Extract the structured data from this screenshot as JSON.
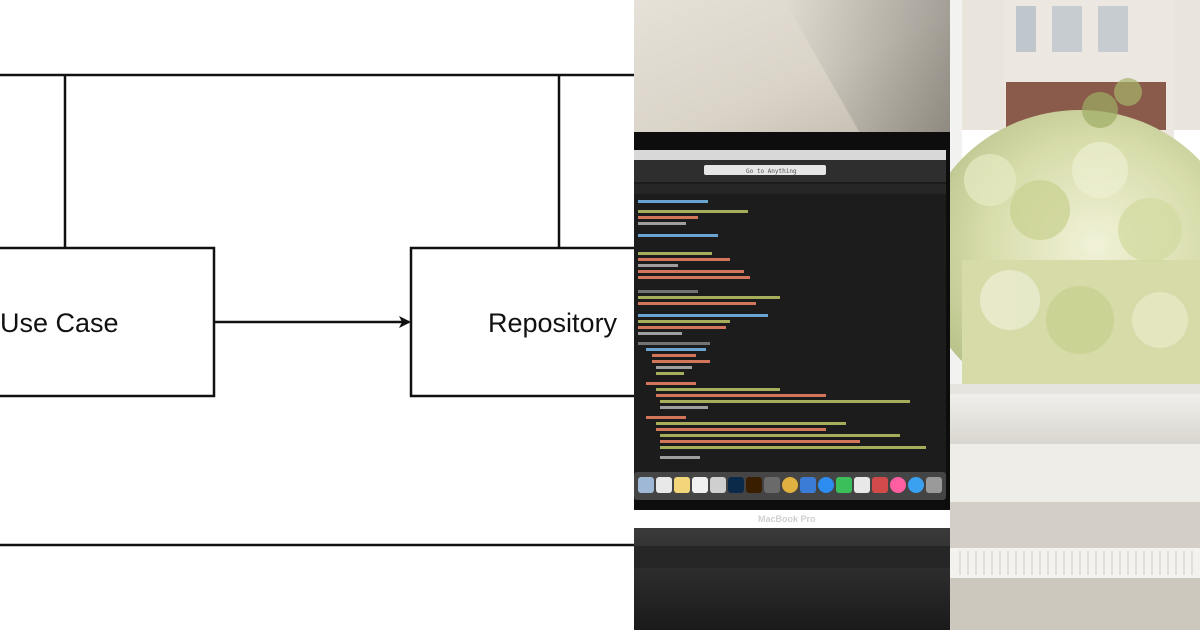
{
  "diagram": {
    "boxes": [
      {
        "label": "Use Case"
      },
      {
        "label": "Repository"
      }
    ],
    "arrow": {
      "from": "Use Case",
      "to": "Repository"
    }
  },
  "photos": {
    "laptop": {
      "brand_text": "MacBook Pro",
      "search_text": "Go to Anything"
    },
    "window": {}
  },
  "colors": {
    "diagram_line": "#111111",
    "diagram_background": "#ffffff",
    "screen_background": "#1c1c1c"
  }
}
